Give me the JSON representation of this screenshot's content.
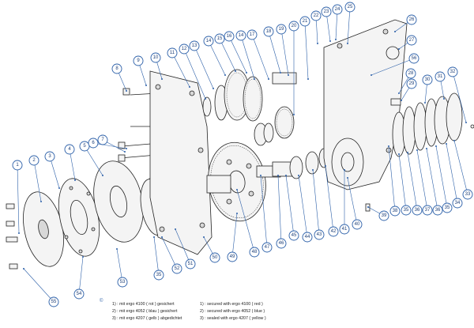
{
  "callouts": [
    "1",
    "2",
    "3",
    "4",
    "5",
    "6",
    "7",
    "8",
    "9",
    "10",
    "11",
    "12",
    "13",
    "14",
    "15",
    "16",
    "14",
    "17",
    "18",
    "19",
    "20",
    "21",
    "22",
    "23",
    "24",
    "25",
    "26",
    "27",
    "56",
    "28",
    "29",
    "30",
    "31",
    "32",
    "33",
    "34",
    "35",
    "36",
    "37",
    "36",
    "35",
    "38",
    "39",
    "40",
    "41",
    "42",
    "43",
    "44",
    "45",
    "46",
    "47",
    "48",
    "49",
    "50",
    "51",
    "52",
    "35",
    "53",
    "54",
    "55"
  ],
  "legend": {
    "marker": "©",
    "rows": [
      {
        "de": "1) : mit ergo 4100 ( rot ) gesichert",
        "en": "1) : secured with ergo 4100 ( red )"
      },
      {
        "de": "2) : mit ergo 4052 ( blau ) gesichert",
        "en": "2) : secured with ergo 4052 ( blue )"
      },
      {
        "de": "3) : mit ergo 4207 ( gelb ) abgedichtet",
        "en": "3) : sealed with ergo 4207 ( yellow )"
      }
    ]
  },
  "colors": {
    "callout": "#2b5fa8",
    "line": "#222222"
  }
}
